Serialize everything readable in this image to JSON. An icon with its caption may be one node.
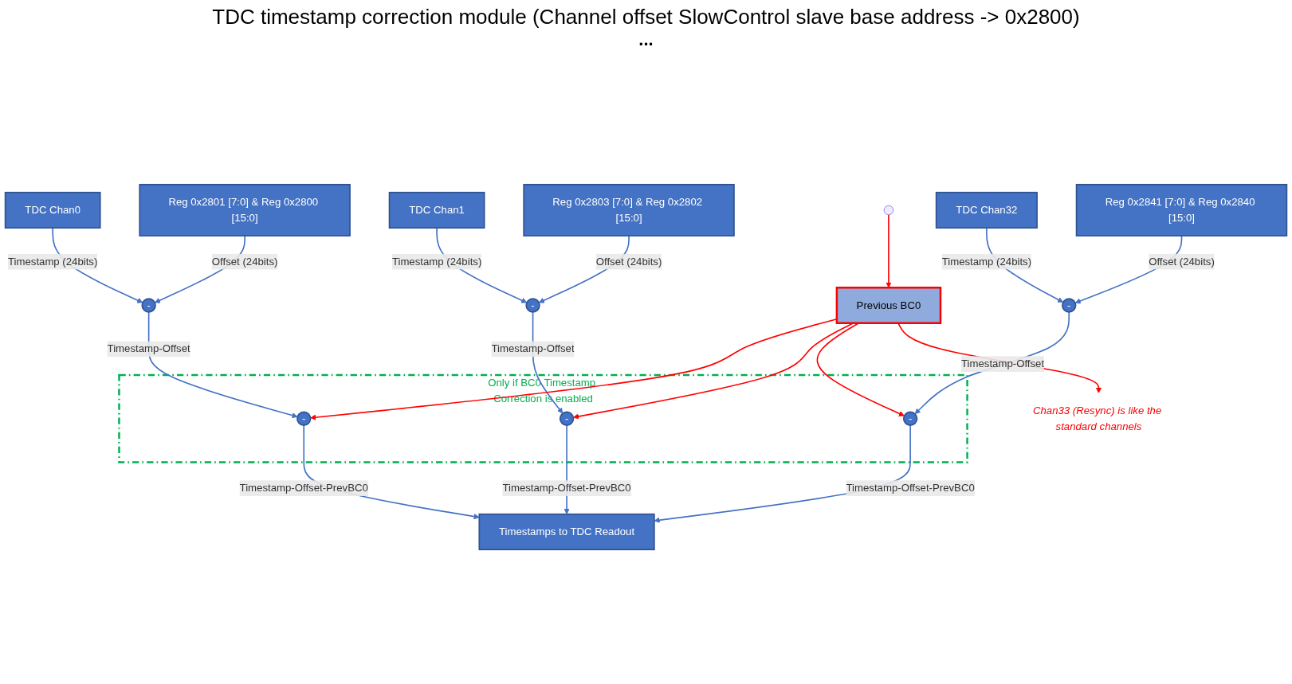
{
  "diagram": {
    "title": "TDC timestamp correction module (Channel offset SlowControl slave base address -> 0x2800)",
    "nodes": [
      {
        "text": [
          "TDC Chan0"
        ]
      },
      {
        "text": [
          "Reg 0x2801 [7:0] & Reg 0x2800 [15:0]"
        ]
      },
      {
        "text": [
          "TDC Chan1"
        ]
      },
      {
        "text": [
          "Reg 0x2803 [7:0] & Reg 0x2802 [15:0]"
        ]
      },
      {
        "text": [
          "TDC Chan32"
        ]
      },
      {
        "text": [
          "Reg 0x2841 [7:0] & Reg 0x2840 [15:0]"
        ]
      },
      {
        "text": [
          "-"
        ]
      },
      {
        "text": [
          "-"
        ]
      },
      {
        "text": [
          "-"
        ]
      },
      {
        "text": [
          "Previous BC0"
        ]
      },
      {
        "text": [
          "Chan33 (Resync) is like the standard channels"
        ]
      },
      {
        "text": [
          "Only if BC0 Timestamp Correction is enabled"
        ]
      },
      {
        "text": [
          "-"
        ],
        "in": 11
      },
      {
        "text": [
          "-"
        ],
        "in": 11
      },
      {
        "text": [
          "-"
        ],
        "in": 11
      },
      {
        "text": [
          "Timestamps to TDC Readout"
        ]
      }
    ],
    "edges": [
      {
        "from": 0,
        "to": 6,
        "arrow": "to",
        "label": "Timestamp (24bits)"
      },
      {
        "from": 1,
        "to": 6,
        "arrow": "to",
        "label": "Offset (24bits)"
      },
      {
        "from": 2,
        "to": 7,
        "arrow": "to",
        "label": "Timestamp (24bits)"
      },
      {
        "from": 3,
        "to": 7,
        "arrow": "to",
        "label": "Offset (24bits)"
      },
      {
        "from": 4,
        "to": 8,
        "arrow": "to",
        "label": "Timestamp (24bits)"
      },
      {
        "from": 5,
        "to": 8,
        "arrow": "to",
        "label": "Offset (24bits)"
      },
      {
        "from": 6,
        "to": 12,
        "arrow": "to",
        "label": "Timestamp-Offset"
      },
      {
        "from": 7,
        "to": 13,
        "arrow": "to",
        "label": "Timestamp-Offset"
      },
      {
        "from": 8,
        "to": 14,
        "arrow": "to",
        "label": "Timestamp-Offset"
      },
      {
        "from": null,
        "to": 9,
        "arrow": "to",
        "color": "#ff0000"
      },
      {
        "from": 9,
        "to": 12,
        "arrow": "to",
        "color": "#ff0000"
      },
      {
        "from": 9,
        "to": 13,
        "arrow": "to",
        "color": "#ff0000"
      },
      {
        "from": 9,
        "to": 14,
        "arrow": "to",
        "color": "#ff0000"
      },
      {
        "from": 9,
        "to": 10,
        "arrow": "to",
        "color": "#ff0000"
      },
      {
        "from": 12,
        "to": 15,
        "arrow": "to",
        "label": "Timestamp-Offset-PrevBC0"
      },
      {
        "from": 13,
        "to": 15,
        "arrow": "to",
        "label": "Timestamp-Offset-PrevBC0"
      },
      {
        "from": 14,
        "to": 15,
        "arrow": "to",
        "label": "Timestamp-Offset-PrevBC0"
      }
    ],
    "labels": [
      "..."
    ]
  }
}
